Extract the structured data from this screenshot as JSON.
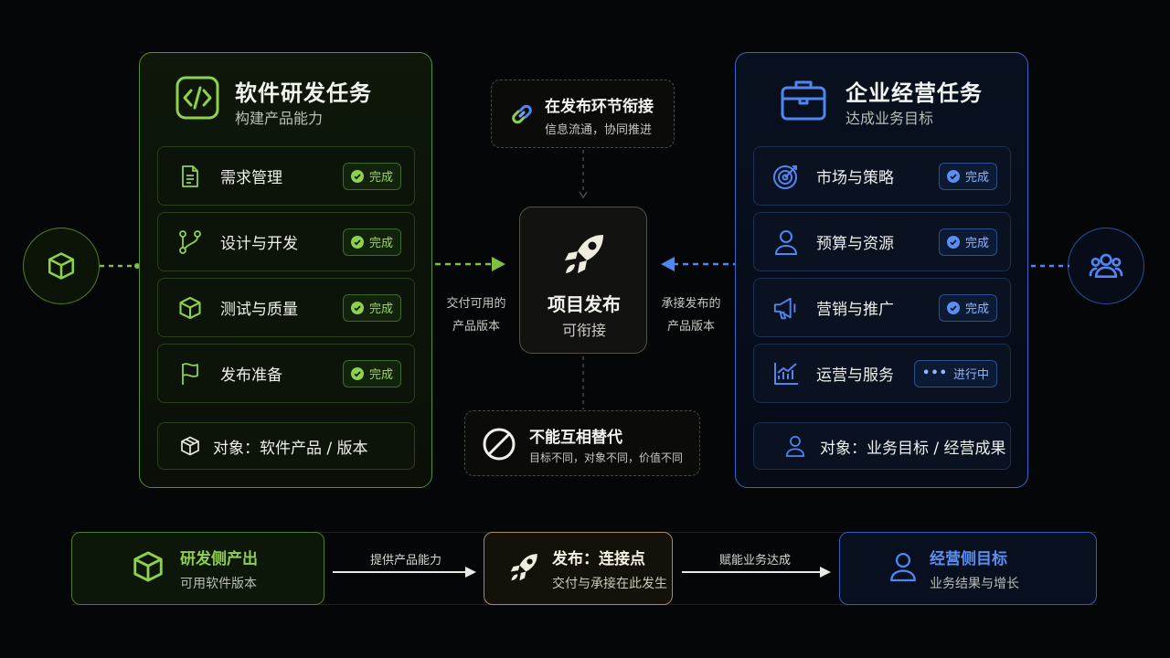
{
  "left_panel": {
    "title": "软件研发任务",
    "subtitle": "构建产品能力",
    "items": [
      {
        "label": "需求管理",
        "status": "完成"
      },
      {
        "label": "设计与开发",
        "status": "完成"
      },
      {
        "label": "测试与质量",
        "status": "完成"
      },
      {
        "label": "发布准备",
        "status": "完成"
      }
    ],
    "target": "对象：软件产品 / 版本"
  },
  "right_panel": {
    "title": "企业经营任务",
    "subtitle": "达成业务目标",
    "items": [
      {
        "label": "市场与策略",
        "status": "完成"
      },
      {
        "label": "预算与资源",
        "status": "完成"
      },
      {
        "label": "营销与推广",
        "status": "完成"
      },
      {
        "label": "运营与服务",
        "status": "进行中"
      }
    ],
    "target": "对象：业务目标 / 经营成果"
  },
  "center": {
    "top_box": {
      "title": "在发布环节衔接",
      "subtitle": "信息流通，协同推进"
    },
    "card": {
      "title": "项目发布",
      "subtitle": "可衔接"
    },
    "bottom_box": {
      "title": "不能互相替代",
      "subtitle": "目标不同，对象不同，价值不同"
    },
    "left_caption": [
      "交付可用的",
      "产品版本"
    ],
    "right_caption": [
      "承接发布的",
      "产品版本"
    ]
  },
  "bottom_flow": {
    "left": {
      "title": "研发侧产出",
      "subtitle": "可用软件版本"
    },
    "arrow1": "提供产品能力",
    "middle": {
      "title": "发布：连接点",
      "subtitle": "交付与承接在此发生"
    },
    "arrow2": "赋能业务达成",
    "right": {
      "title": "经营侧目标",
      "subtitle": "业务结果与增长"
    }
  },
  "colors": {
    "green": "#8fd14f",
    "blue": "#4f86f0",
    "gold": "#f1ddb4"
  },
  "icons": {
    "left_circle": "cube-icon",
    "right_circle": "users-icon",
    "left_header": "code-icon",
    "right_header": "briefcase-icon",
    "center": "rocket-icon",
    "link": "link-icon",
    "forbidden": "prohibited-icon"
  }
}
